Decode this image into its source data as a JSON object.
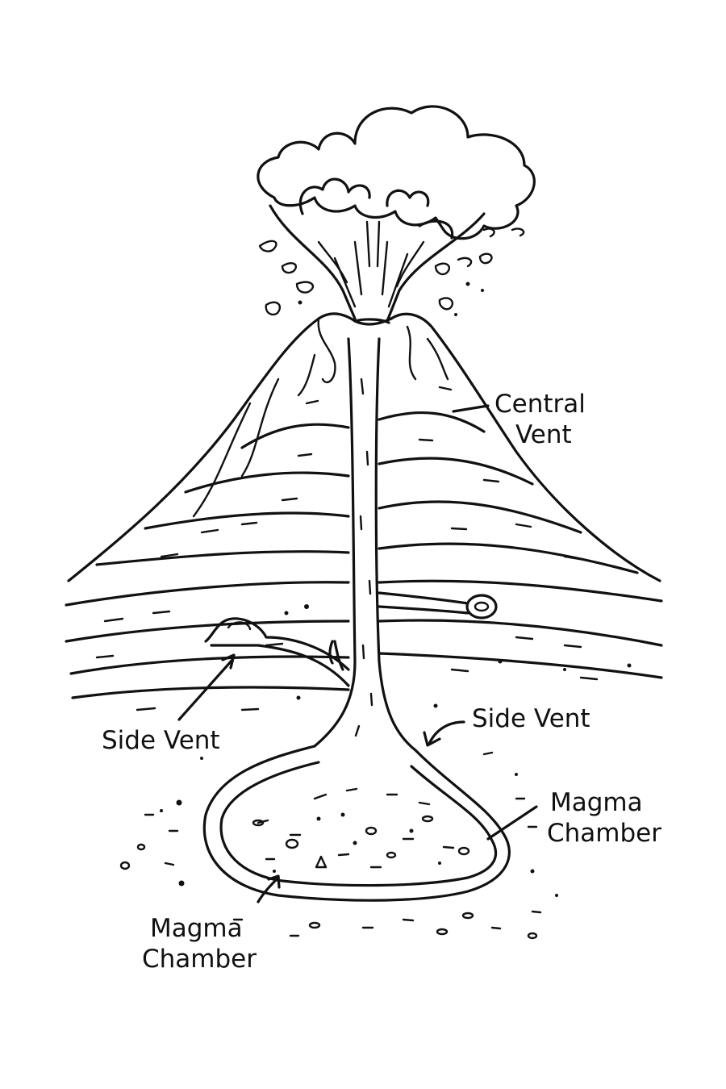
{
  "labels": {
    "central_vent": [
      "Central",
      "Vent"
    ],
    "side_vent_left": "Side Vent",
    "side_vent_right": "Side Vent",
    "magma_chamber_right": [
      "Magma",
      "Chamber"
    ],
    "magma_chamber_bottom": [
      "Magma",
      "Chamber"
    ]
  },
  "colors": {
    "ink": "#111111",
    "background": "#ffffff"
  }
}
